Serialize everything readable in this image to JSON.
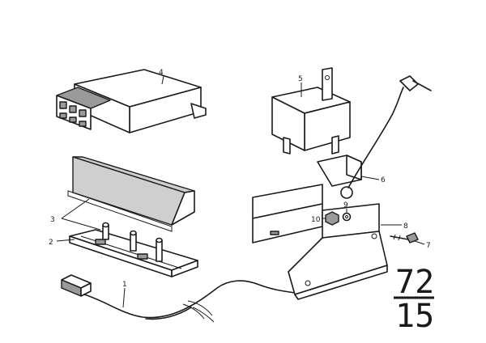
{
  "callouts": {
    "c1": "1",
    "c2": "2",
    "c3": "3",
    "c4": "4",
    "c5": "5",
    "c6": "6",
    "c7": "7",
    "c8": "8",
    "c9": "9",
    "c10": "10"
  },
  "group": {
    "main": "72",
    "sub": "15"
  }
}
